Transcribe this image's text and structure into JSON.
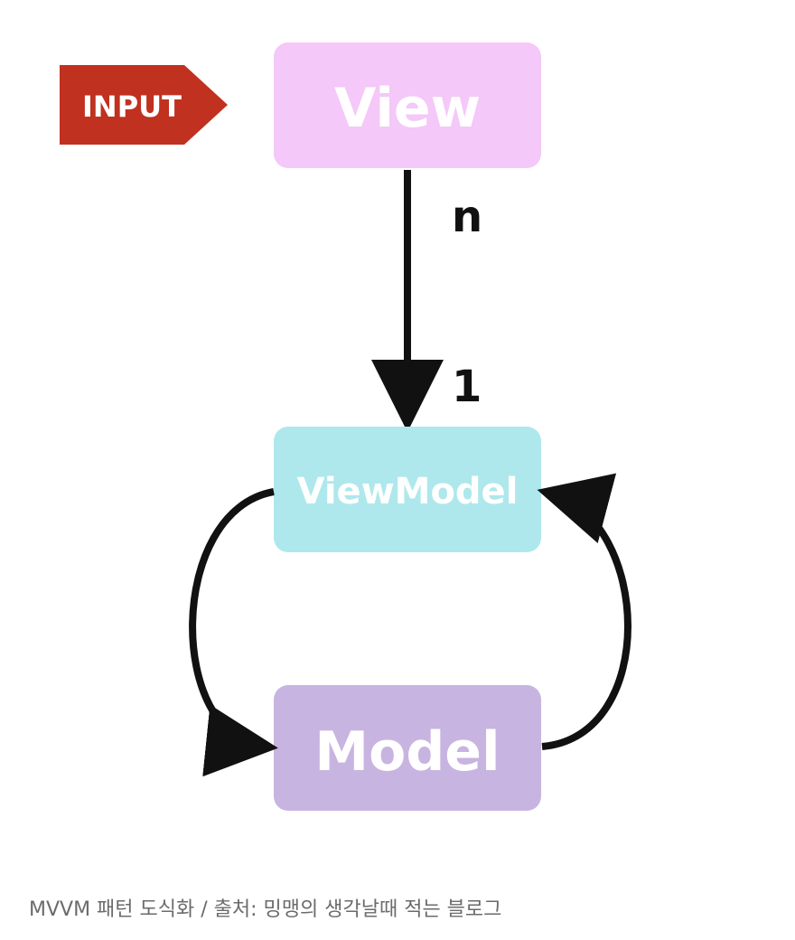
{
  "diagram": {
    "input_tag": {
      "label": "INPUT",
      "color": "#c0311f"
    },
    "view": {
      "label": "View",
      "color": "#f4c8f8"
    },
    "viewmodel": {
      "label": "ViewModel",
      "color": "#aee8ec"
    },
    "model": {
      "label": "Model",
      "color": "#c8b4e0"
    },
    "multiplicity": {
      "top": "n",
      "bottom": "1"
    },
    "arrow_color": "#111111"
  },
  "caption": "MVVM 패턴 도식화 / 출처: 밍맹의 생각날때 적는 블로그"
}
